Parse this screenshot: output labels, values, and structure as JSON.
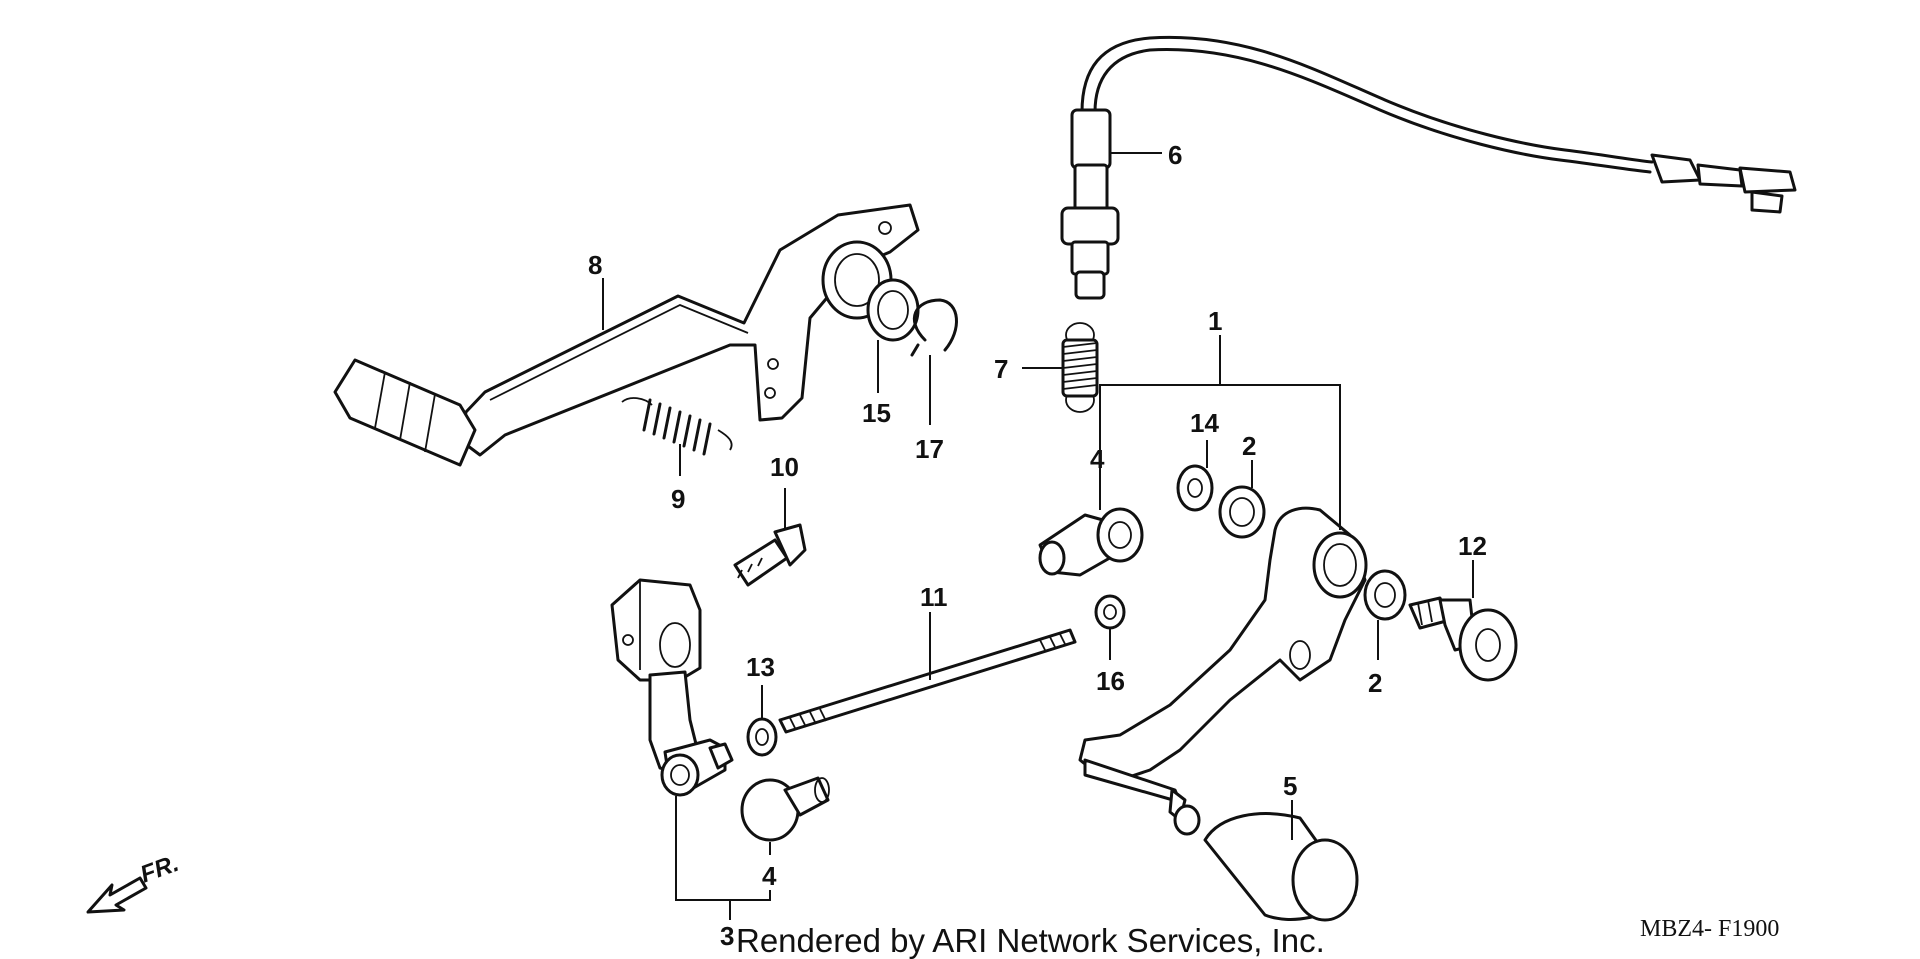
{
  "callouts": {
    "p1": "1",
    "p2a": "2",
    "p2b": "2",
    "p3": "3",
    "p4a": "4",
    "p4b": "4",
    "p5": "5",
    "p6": "6",
    "p7": "7",
    "p8": "8",
    "p9": "9",
    "p10": "10",
    "p11": "11",
    "p12": "12",
    "p13": "13",
    "p14": "14",
    "p15": "15",
    "p16": "16",
    "p17": "17"
  },
  "front_indicator": "FR.",
  "credit": "Rendered by ARI Network Services, Inc.",
  "diagram_code": "MBZ4- F1900",
  "icons": {
    "front_arrow": "arrow-left-down-icon"
  }
}
